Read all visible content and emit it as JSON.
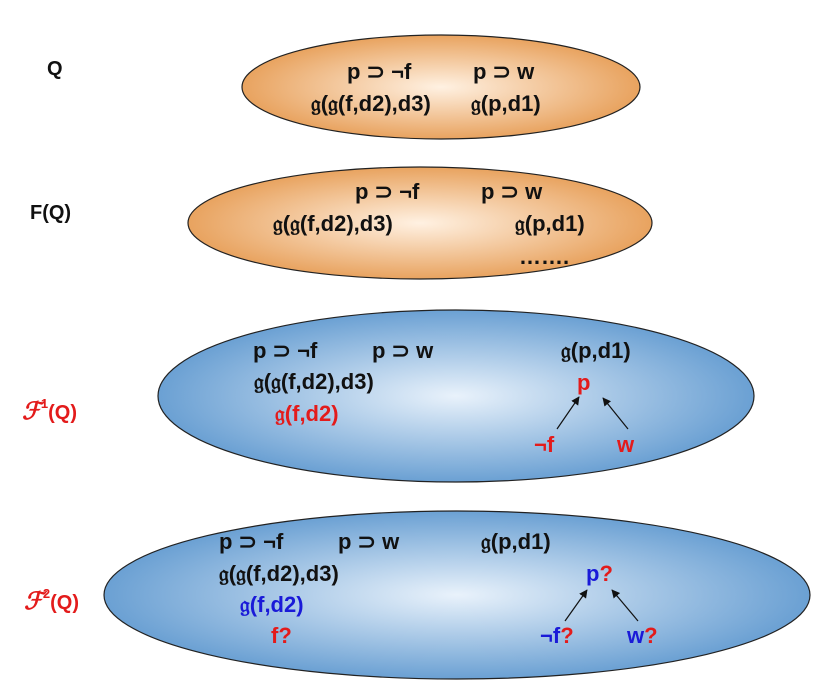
{
  "colors": {
    "black": "#111111",
    "red": "#e31b1b",
    "blue": "#1a1ad8",
    "orange_center": "#fff1e2",
    "orange_edge": "#e69b52",
    "blue_center": "#e9f2fb",
    "blue_edge": "#5e98cf"
  },
  "levels": {
    "q": {
      "label": "Q",
      "formula_1": "p ⊃ ¬f",
      "formula_2": "p ⊃ w",
      "term_1": "𝔤(𝔤(f,d2),d3)",
      "term_2": "𝔤(p,d1)"
    },
    "fq": {
      "label": "F(Q)",
      "formula_1": "p ⊃ ¬f",
      "formula_2": "p ⊃ w",
      "term_1": "𝔤(𝔤(f,d2),d3)",
      "term_2": "𝔤(p,d1)",
      "ellipsis": "……."
    },
    "f1q": {
      "label_script": "ℱ",
      "label_sup": "1",
      "label_arg": "(Q)",
      "formula_1": "p ⊃ ¬f",
      "formula_2": "p ⊃ w",
      "term_1": "𝔤(𝔤(f,d2),d3)",
      "term_2": "𝔤(p,d1)",
      "derived_term": "𝔤(f,d2)",
      "tree_root": "p",
      "tree_left": "¬f",
      "tree_right": "w"
    },
    "f2q": {
      "label_script": "ℱ",
      "label_sup": "2",
      "label_arg": "(Q)",
      "formula_1": "p ⊃ ¬f",
      "formula_2": "p ⊃ w",
      "term_1": "𝔤(𝔤(f,d2),d3)",
      "term_2": "𝔤(p,d1)",
      "derived_term": "𝔤(f,d2)",
      "question_term": "f",
      "question_mark": "?",
      "tree_root": "p",
      "tree_left": "¬f",
      "tree_right": "w"
    }
  }
}
